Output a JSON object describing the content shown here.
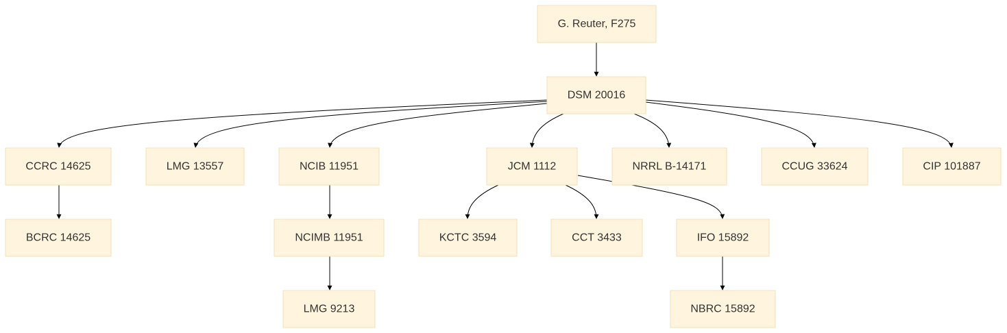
{
  "nodes": {
    "reuter": "G. Reuter, F275",
    "dsm": "DSM 20016",
    "ccrc": "CCRC 14625",
    "lmg13557": "LMG 13557",
    "ncib": "NCIB 11951",
    "jcm": "JCM 1112",
    "nrrl": "NRRL B-14171",
    "ccug": "CCUG 33624",
    "cip": "CIP 101887",
    "bcrc": "BCRC 14625",
    "ncimb": "NCIMB 11951",
    "kctc": "KCTC 3594",
    "cct": "CCT 3433",
    "ifo": "IFO 15892",
    "lmg9213": "LMG 9213",
    "nbrc": "NBRC 15892"
  },
  "edges": [
    [
      "reuter",
      "dsm"
    ],
    [
      "dsm",
      "ccrc"
    ],
    [
      "dsm",
      "lmg13557"
    ],
    [
      "dsm",
      "ncib"
    ],
    [
      "dsm",
      "jcm"
    ],
    [
      "dsm",
      "nrrl"
    ],
    [
      "dsm",
      "ccug"
    ],
    [
      "dsm",
      "cip"
    ],
    [
      "ccrc",
      "bcrc"
    ],
    [
      "ncib",
      "ncimb"
    ],
    [
      "ncimb",
      "lmg9213"
    ],
    [
      "jcm",
      "kctc"
    ],
    [
      "jcm",
      "cct"
    ],
    [
      "jcm",
      "ifo"
    ],
    [
      "ifo",
      "nbrc"
    ]
  ]
}
